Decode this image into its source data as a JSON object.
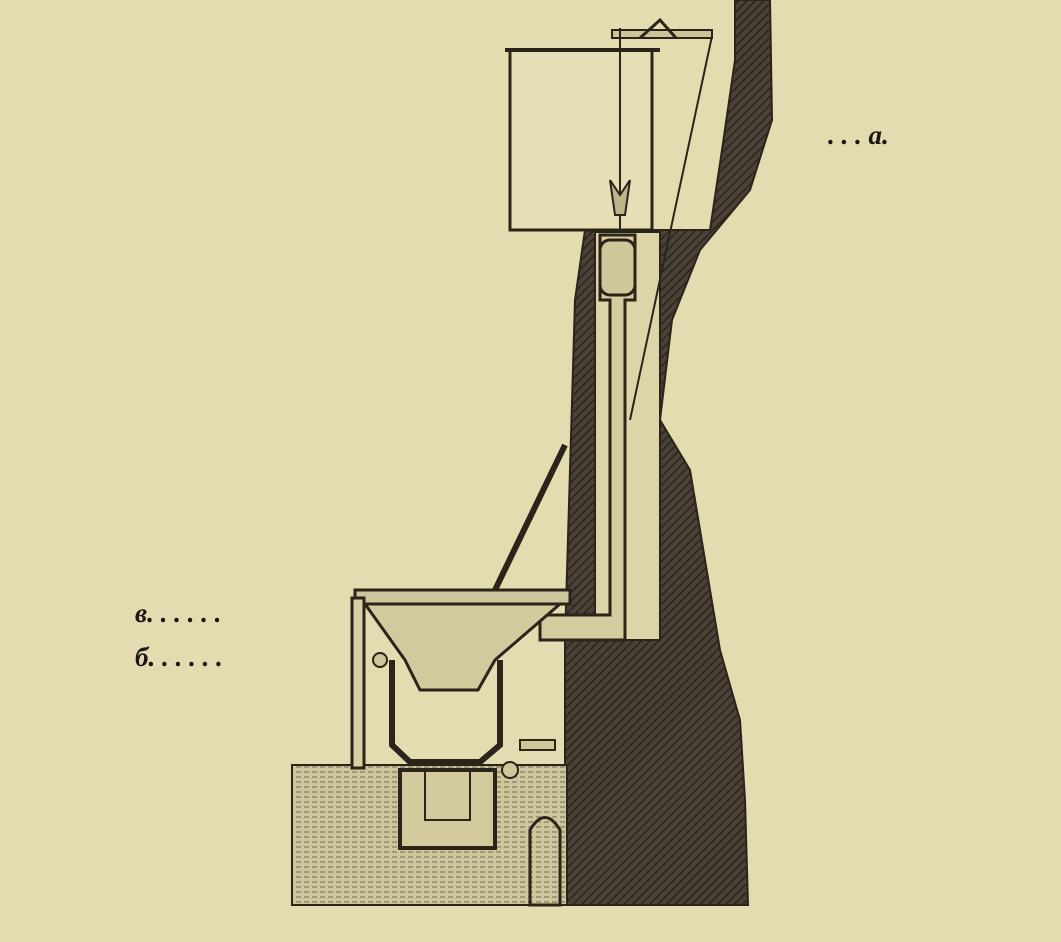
{
  "figure": {
    "labels": [
      {
        "id": "a",
        "text": "a.",
        "leader": ". . ."
      },
      {
        "id": "v",
        "text": "в.",
        "leader": ". . . . ."
      },
      {
        "id": "b",
        "text": "б.",
        "leader": ". . . . ."
      }
    ]
  },
  "colors": {
    "paper": "#e3dcb0",
    "ink": "#2b241a",
    "wall": "#3a332a",
    "water": "#6f6a58"
  }
}
